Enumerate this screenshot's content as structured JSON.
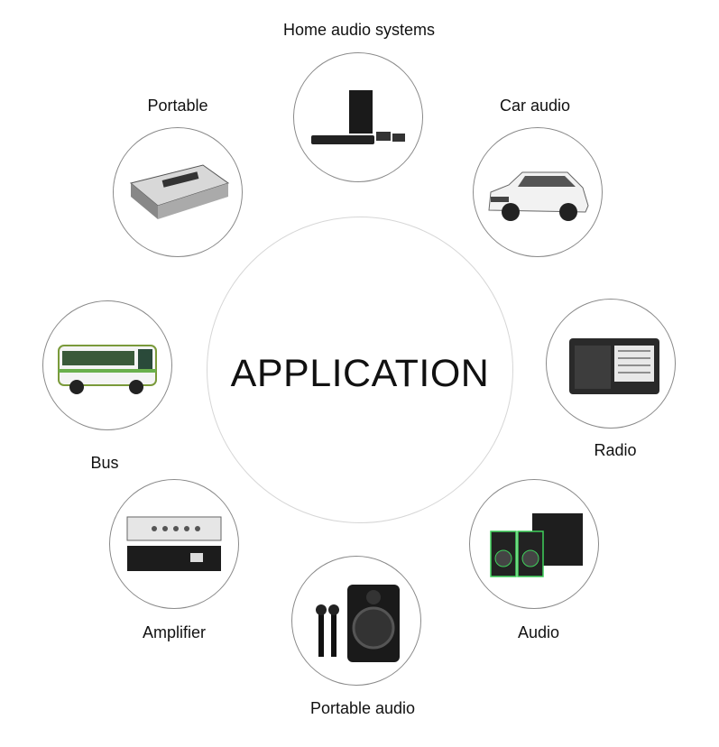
{
  "title": "APPLICATION",
  "items": [
    {
      "label": "Home audio systems",
      "icon": "soundbar-icon"
    },
    {
      "label": "Portable",
      "icon": "cassette-player-icon"
    },
    {
      "label": "Car audio",
      "icon": "car-icon"
    },
    {
      "label": "Bus",
      "icon": "bus-icon"
    },
    {
      "label": "Radio",
      "icon": "radio-icon"
    },
    {
      "label": "Amplifier",
      "icon": "amplifier-icon"
    },
    {
      "label": "Audio",
      "icon": "speakers-icon"
    },
    {
      "label": "Portable audio",
      "icon": "portable-speaker-icon"
    }
  ]
}
